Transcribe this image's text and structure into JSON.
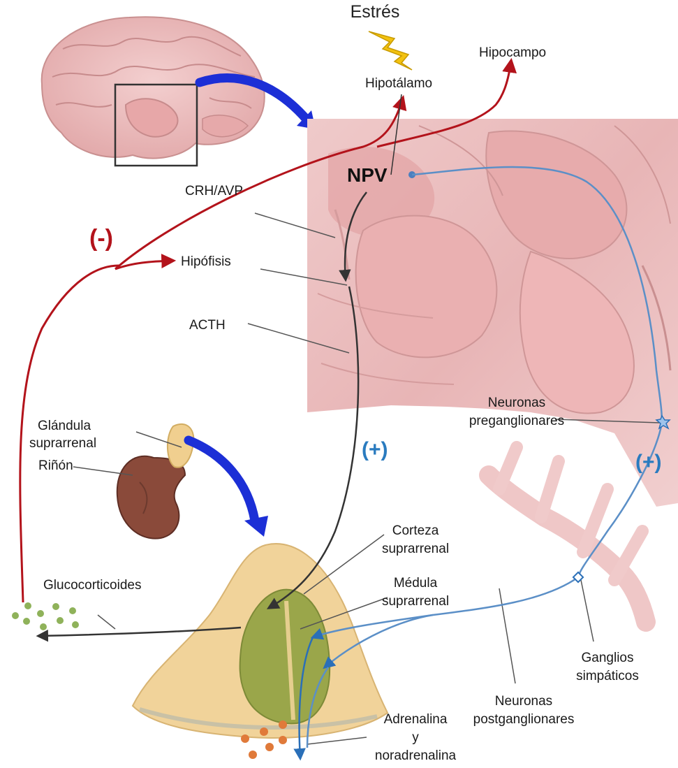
{
  "labels": {
    "estres": "Estrés",
    "hipotalamo": "Hipotálamo",
    "hipocampo": "Hipocampo",
    "npv": "NPV",
    "crh": "CRH/AVP",
    "minus": "(-)",
    "hipofisis": "Hipófisis",
    "acth": "ACTH",
    "plus_center": "(+)",
    "plus_right": "(+)",
    "neuronas_pre_1": "Neuronas",
    "neuronas_pre_2": "preganglionares",
    "glandula_1": "Glándula",
    "glandula_2": "suprarrenal",
    "rinon": "Riñón",
    "corteza_1": "Corteza",
    "corteza_2": "suprarrenal",
    "medula_1": "Médula",
    "medula_2": "suprarrenal",
    "glucocorticoides": "Glucocorticoides",
    "ganglios_1": "Ganglios",
    "ganglios_2": "simpáticos",
    "neuronas_post_1": "Neuronas",
    "neuronas_post_2": "postganglionares",
    "adrenalina_1": "Adrenalina",
    "adrenalina_2": "y",
    "adrenalina_3": "noradrenalina"
  },
  "colors": {
    "inhibitory_pathway": "#b3131b",
    "sympathetic_pathway": "#5b8fc7",
    "hormonal_pathway": "#333333",
    "zoom_arrow": "#1c2fd6",
    "brain_tissue": "#ecc1c1",
    "adrenal_cortex": "#f0d39a",
    "adrenal_medulla": "#9aa64a",
    "kidney": "#8a4a3a",
    "glucocorticoid_dots": "#8fb25a",
    "catecholamine_dots": "#e07a3a"
  }
}
